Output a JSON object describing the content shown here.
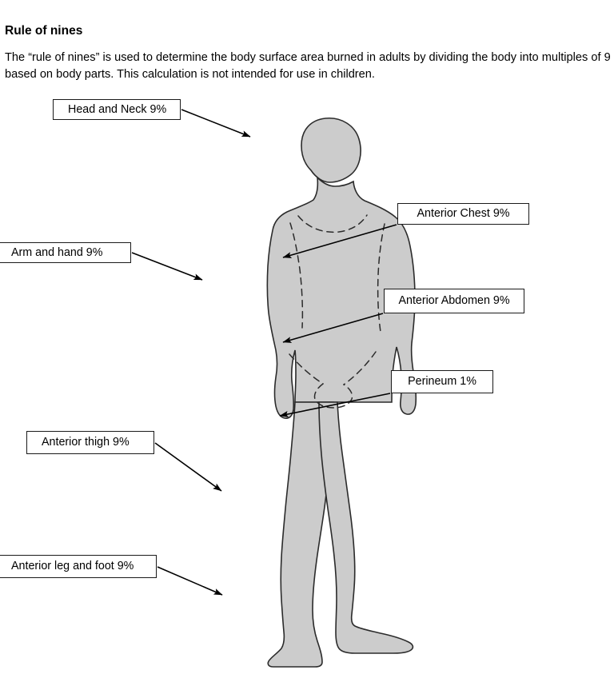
{
  "document": {
    "title": "Rule of nines",
    "intro": "The “rule of nines” is used to determine the body surface area burned in adults by dividing the body into multiples of 9 based on body parts. This calculation is not intended for use in children."
  },
  "figure": {
    "subject": "anterior adult human body outline",
    "body_fill_color": "#cccccc",
    "body_outline_color": "#2b2b2b",
    "region_divider_style": "dashed",
    "callouts": [
      {
        "id": "head",
        "label": "Head and Neck 9%",
        "percent": "9%",
        "side": "left"
      },
      {
        "id": "arm",
        "label": "Arm and hand 9%",
        "percent": "9%",
        "side": "left"
      },
      {
        "id": "chest",
        "label": "Anterior Chest 9%",
        "percent": "9%",
        "side": "right"
      },
      {
        "id": "abdomen",
        "label": "Anterior Abdomen 9%",
        "percent": "9%",
        "side": "right"
      },
      {
        "id": "perineum",
        "label": "Perineum 1%",
        "percent": "1%",
        "side": "right"
      },
      {
        "id": "thigh",
        "label": "Anterior thigh 9%",
        "percent": "9%",
        "side": "left"
      },
      {
        "id": "legfoot",
        "label": "Anterior leg and foot 9%",
        "percent": "9%",
        "side": "left"
      }
    ]
  }
}
